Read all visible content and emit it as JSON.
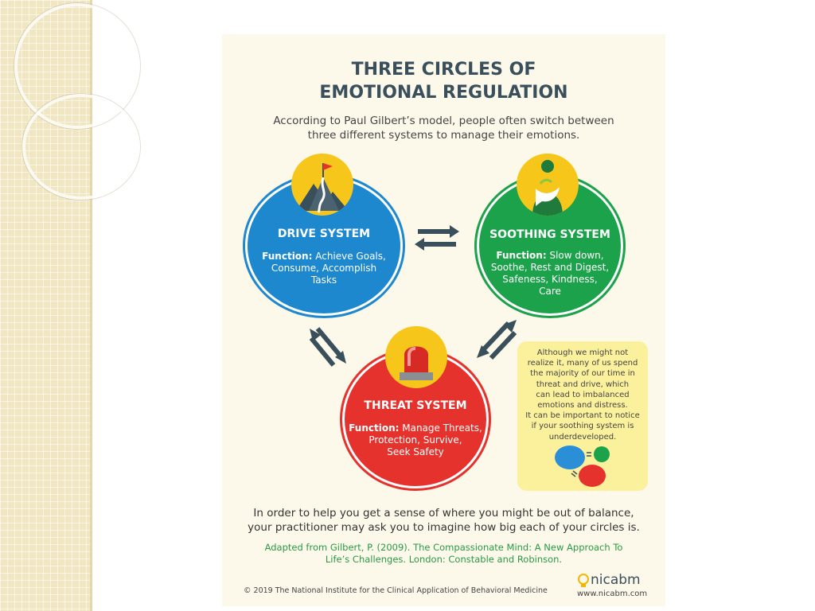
{
  "title_line1": "THREE CIRCLES OF",
  "title_line2": "EMOTIONAL REGULATION",
  "intro_line1": "According to Paul Gilbert’s model, people often switch between",
  "intro_line2": "three different systems to manage their emotions.",
  "drive": {
    "title": "DRIVE SYSTEM",
    "func_label": "Function:",
    "func_line1": "Achieve Goals,",
    "func_line2": "Consume, Accomplish",
    "func_line3": "Tasks",
    "color": "#1e88cf",
    "icon": "mountain-flag-icon"
  },
  "soothing": {
    "title": "SOOTHING SYSTEM",
    "func_label": "Function:",
    "func_line1": "Slow down,",
    "func_line2": "Soothe, Rest and Digest,",
    "func_line3": "Safeness, Kindness,",
    "func_line4": "Care",
    "color": "#1ba24a",
    "icon": "dove-person-icon"
  },
  "threat": {
    "title": "THREAT SYSTEM",
    "func_label": "Function:",
    "func_line1": "Manage Threats,",
    "func_line2": "Protection, Survive,",
    "func_line3": "Seek Safety",
    "color": "#e5322d",
    "icon": "siren-icon"
  },
  "note": {
    "lines": [
      "Although we might not",
      "realize it, many of us spend",
      "the majority of our time in",
      "threat and drive, which",
      "can lead to imbalanced",
      "emotions and distress.",
      "It can be important to notice",
      "if your soothing system is",
      "underdeveloped."
    ],
    "color": "#fbf09b"
  },
  "bottom_line1": "In order to help you get a sense of where you might be out of balance,",
  "bottom_line2": "your practitioner may ask you to imagine how big each of your circles is.",
  "cite_line1": "Adapted from Gilbert, P. (2009). The Compassionate Mind: A New Approach To",
  "cite_line2": "Life’s Challenges. London: Constable and Robinson.",
  "copyright": "© 2019 The National Institute for the Clinical Application of Behavioral Medicine",
  "logo_name": "nicabm",
  "logo_url": "www.nicabm.com"
}
